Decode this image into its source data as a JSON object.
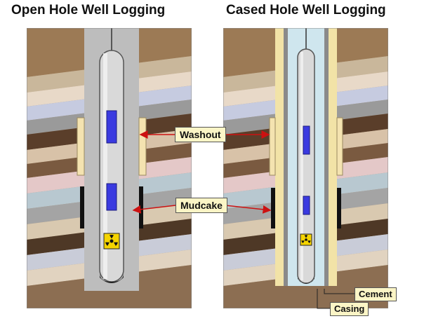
{
  "titles": {
    "open_hole": "Open Hole Well Logging",
    "cased_hole": "Cased Hole Well Logging"
  },
  "labels": {
    "washout": "Washout",
    "mudcake": "Mudcake",
    "cement": "Cement",
    "casing": "Casing"
  },
  "colors": {
    "borehole_fluid": "#bdbdbd",
    "casing_fluid": "#cfe6ee",
    "cement": "#f2e3a7",
    "washout": "#f4e3b0",
    "mudcake": "#111111",
    "tool_body": "#d9d9d9",
    "sensor": "#3a3ae0",
    "arrow": "#cc1111",
    "label_bg": "#fbf5c6"
  },
  "icons": [
    "radioactive-source-icon"
  ]
}
